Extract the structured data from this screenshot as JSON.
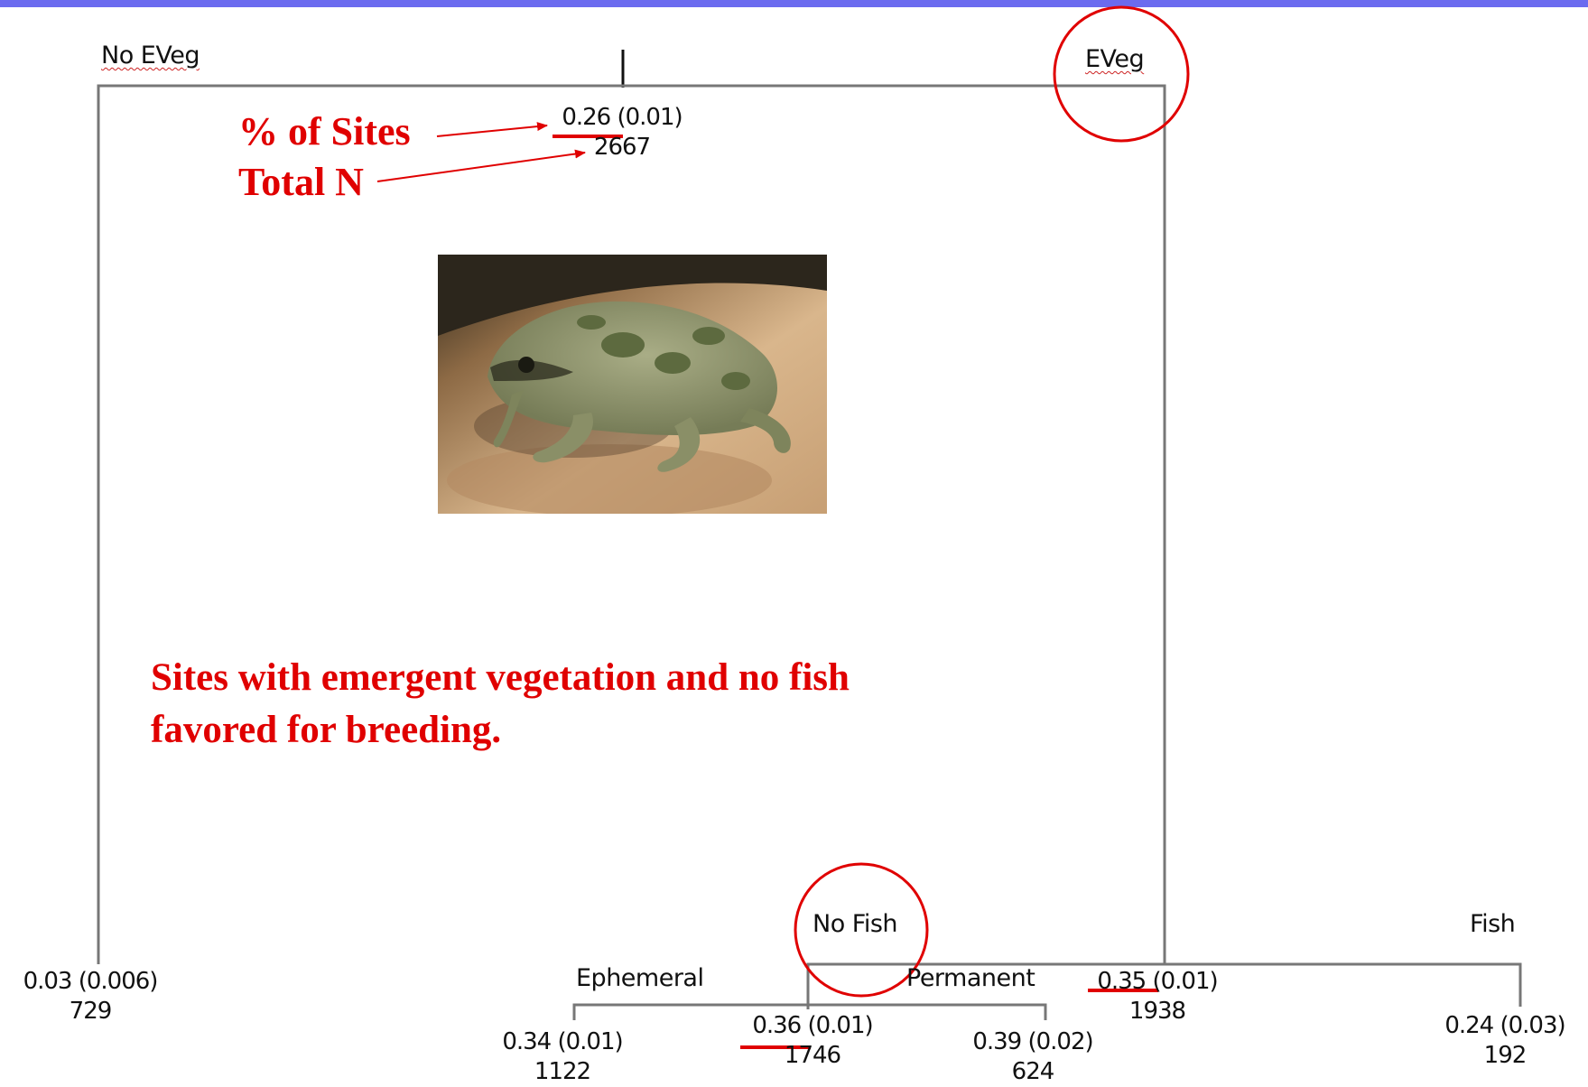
{
  "tree": {
    "root": {
      "value": "0.26 (0.01)",
      "n": "2667"
    },
    "split1": {
      "left_label": "No EVeg",
      "right_label": "EVeg"
    },
    "no_eveg_node": {
      "value": "0.03 (0.006)",
      "n": "729"
    },
    "eveg_node": {
      "value": "0.35 (0.01)",
      "n": "1938"
    },
    "split2": {
      "left_label": "No Fish",
      "right_label": "Fish"
    },
    "no_fish_node": {
      "value": "0.36 (0.01)",
      "n": "1746"
    },
    "fish_node": {
      "value": "0.24 (0.03)",
      "n": "192"
    },
    "split3": {
      "left_label": "Ephemeral",
      "right_label": "Permanent"
    },
    "ephemeral_node": {
      "value": "0.34 (0.01)",
      "n": "1122"
    },
    "permanent_node": {
      "value": "0.39 (0.02)",
      "n": "624"
    }
  },
  "annotations": {
    "pct_sites": "% of Sites",
    "total_n": "Total N",
    "conclusion_line1": "Sites with emergent vegetation and no fish",
    "conclusion_line2": "favored for breeding."
  },
  "colors": {
    "accent_red": "#e00000",
    "top_bar": "#6b6bef",
    "tree_lines": "#777777"
  },
  "photo": {
    "subject": "frog-photo"
  }
}
